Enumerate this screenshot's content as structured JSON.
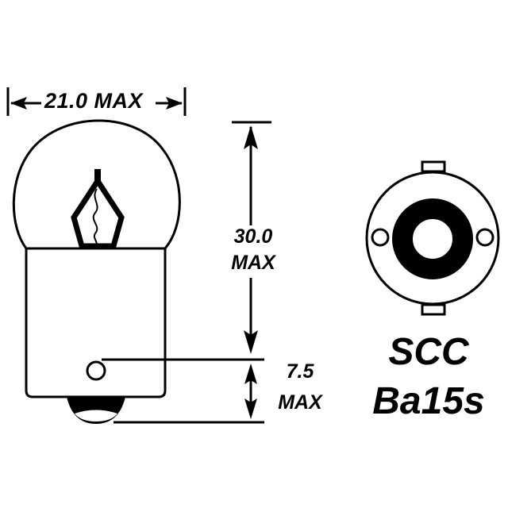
{
  "diagram": {
    "type": "technical drawing",
    "subject": "miniature bulb with bayonet base",
    "stroke_color": "#000000",
    "background_color": "#ffffff"
  },
  "dimensions": {
    "width": {
      "value": "21.0",
      "unit_label": "MAX",
      "text": "21.0 MAX"
    },
    "overall_height": {
      "value": "30.0",
      "unit_label": "MAX"
    },
    "base_pin_height": {
      "value": "7.5",
      "unit_label": "MAX"
    }
  },
  "base_type": {
    "line1": "SCC",
    "line2": "Ba15s"
  },
  "views": [
    {
      "name": "side view",
      "parts": [
        "glass globe",
        "filament",
        "metal base",
        "bayonet pin",
        "solder contact"
      ]
    },
    {
      "name": "bottom view",
      "parts": [
        "base shell circle",
        "two bayonet pins",
        "center contact ring",
        "two locating tabs"
      ]
    }
  ]
}
